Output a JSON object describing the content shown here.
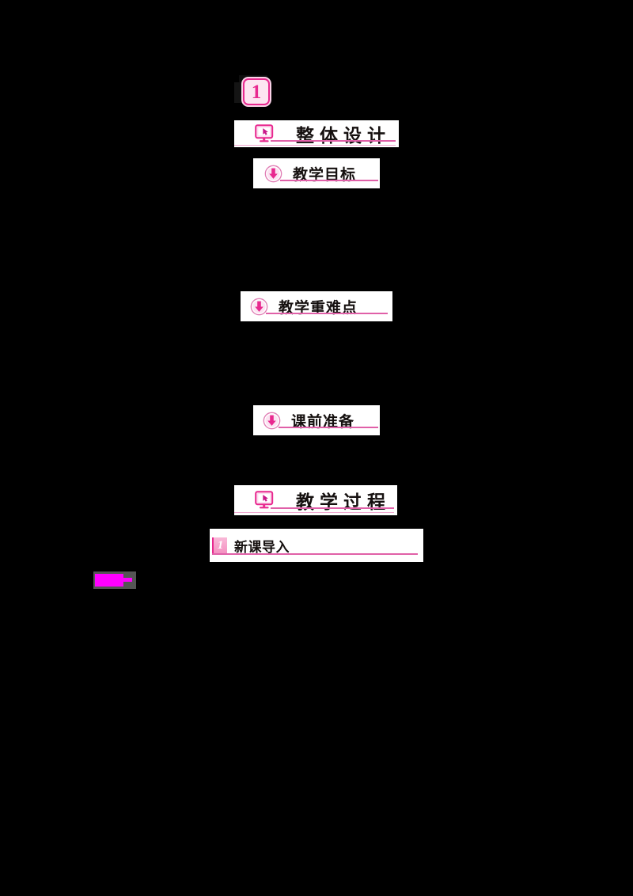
{
  "document": {
    "background_color": "#000000",
    "paper_color": "#ffffff",
    "accent_color": "#e8288f",
    "rule_color": "#e060a8"
  },
  "chapter": {
    "number": "1"
  },
  "sections": [
    {
      "id": "overall-design",
      "title": "整体设计",
      "icon": "monitor-icon",
      "level": "major"
    },
    {
      "id": "teaching-objectives",
      "title": "教学目标",
      "icon": "down-arrow-circle-icon",
      "level": "minor"
    },
    {
      "id": "key-difficult-points",
      "title": "教学重难点",
      "icon": "down-arrow-circle-icon",
      "level": "minor"
    },
    {
      "id": "pre-class-preparation",
      "title": "课前准备",
      "icon": "down-arrow-circle-icon",
      "level": "minor"
    },
    {
      "id": "teaching-process",
      "title": "教学过程",
      "icon": "monitor-icon",
      "level": "major"
    }
  ],
  "steps": [
    {
      "id": "new-lesson-introduction",
      "number": "1",
      "title": "新课导入"
    }
  ],
  "marks": [
    {
      "id": "highlight-mark",
      "color": "#ff00ff",
      "kind": "redaction-highlight"
    }
  ]
}
